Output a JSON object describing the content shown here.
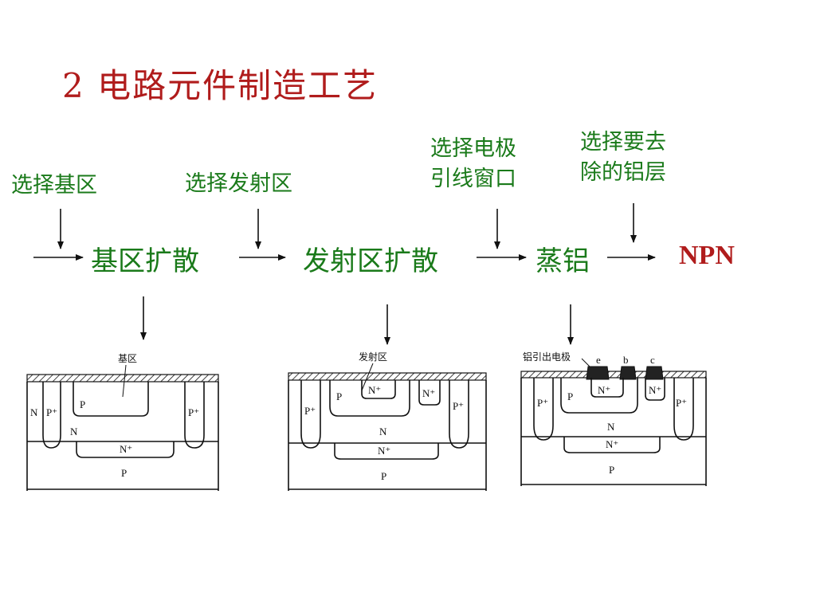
{
  "title": "2  电路元件制造工艺",
  "flow": {
    "inputs": {
      "select_base": "选择基区",
      "select_emitter": "选择发射区",
      "select_window_l1": "选择电极",
      "select_window_l2": "引线窗口",
      "select_remove_l1": "选择要去",
      "select_remove_l2": "除的铝层"
    },
    "steps": {
      "base_diffusion": "基区扩散",
      "emitter_diffusion": "发射区扩散",
      "aluminum_evaporation": "蒸铝"
    },
    "result": "NPN"
  },
  "cross_sections": {
    "base": {
      "caption": "基区",
      "regions": {
        "n_left": "N",
        "p_plus_left": "P⁺",
        "p_base": "P",
        "p_plus_right": "P⁺",
        "n_epi": "N",
        "n_plus_buried": "N⁺",
        "p_sub": "P"
      }
    },
    "emitter": {
      "caption": "发射区",
      "regions": {
        "p_plus_left": "P⁺",
        "p_base": "P",
        "n_plus_emitter": "N⁺",
        "n_plus_contact": "N⁺",
        "p_plus_right": "P⁺",
        "n_epi": "N",
        "n_plus_buried": "N⁺",
        "p_sub": "P"
      }
    },
    "aluminum": {
      "caption": "铝引出电极",
      "terminals": {
        "e": "e",
        "b": "b",
        "c": "c"
      },
      "regions": {
        "p_plus_left": "P⁺",
        "p_base": "P",
        "n_plus_emitter": "N⁺",
        "n_plus_contact": "N⁺",
        "p_plus_right": "P⁺",
        "n_epi": "N",
        "n_plus_buried": "N⁺",
        "p_sub": "P"
      }
    }
  },
  "colors": {
    "title": "#b01c1c",
    "labels": "#1a7a1a",
    "result": "#b01c1c",
    "ink": "#111111"
  }
}
